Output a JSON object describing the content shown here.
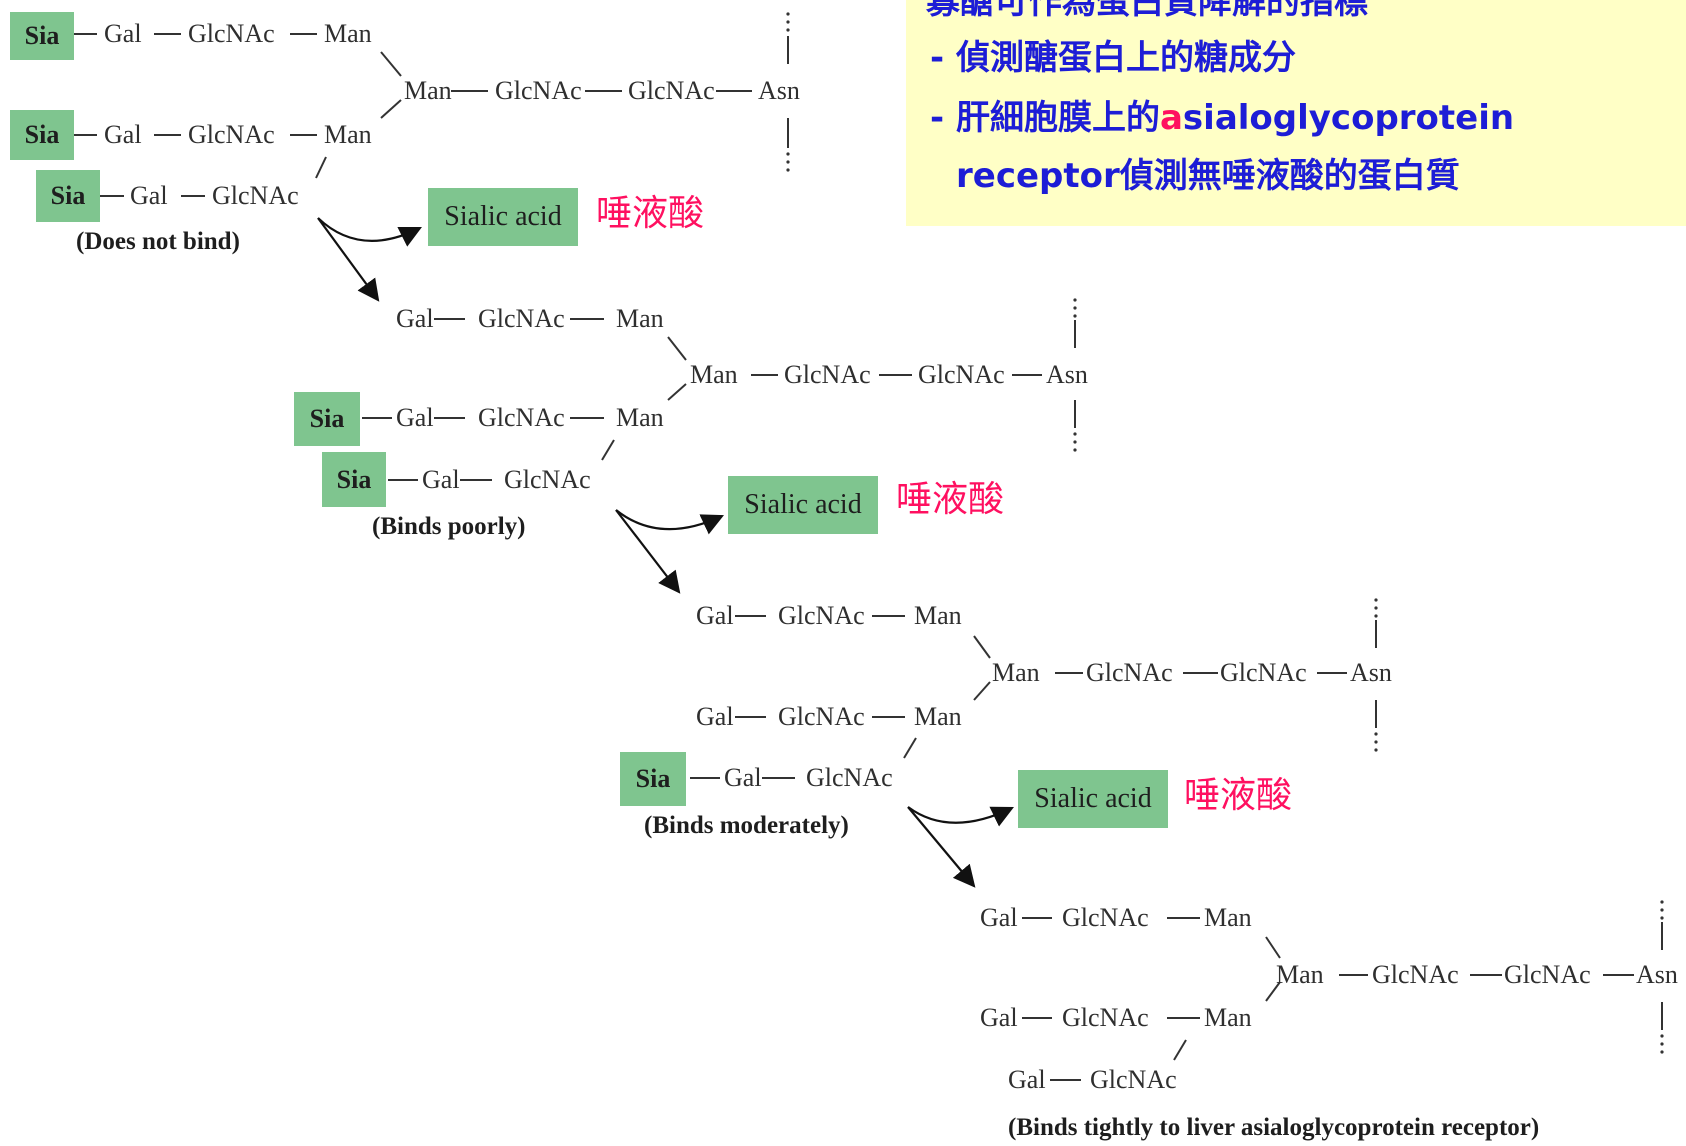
{
  "labels": {
    "sia": "Sia",
    "gal": "Gal",
    "glcnac": "GlcNAc",
    "man": "Man",
    "asn": "Asn",
    "sialic_acid": "Sialic acid",
    "sialic_acid_cn": "唾液酸"
  },
  "captions": {
    "s1": "(Does not bind)",
    "s2": "(Binds poorly)",
    "s3": "(Binds moderately)",
    "s4": "(Binds tightly to liver asialoglycoprotein receptor)"
  },
  "note": {
    "line1": "寡醣可作為蛋白質降解的指標",
    "line2_bullet": "-",
    "line2": " 偵測醣蛋白上的糖成分",
    "line3_bullet": "-",
    "line3_pre": " 肝細胞膜上的",
    "line3_a": "a",
    "line3_rest": "sialoglycoprotein",
    "line4_b": "receptor",
    "line4_rest": "偵測無唾液酸的蛋白質"
  },
  "colors": {
    "green": "#7fc58f",
    "note_bg": "#ffffc6",
    "note_text": "#1d1dd6",
    "red_text": "#ff1060"
  }
}
